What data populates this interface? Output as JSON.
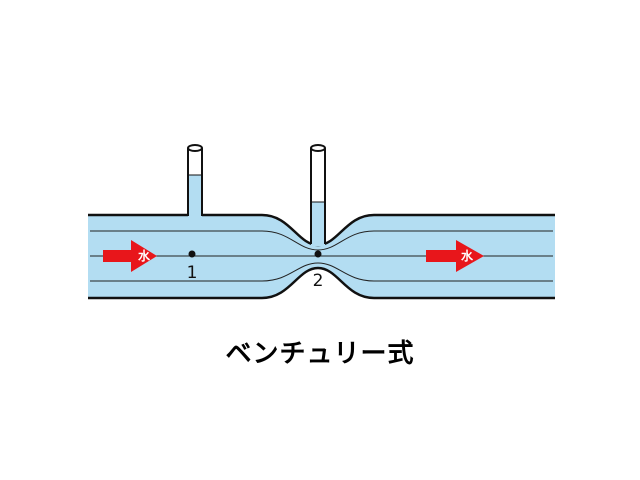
{
  "caption": "ベンチュリー式",
  "points": [
    {
      "label": "1"
    },
    {
      "label": "2"
    }
  ],
  "flow_arrows": [
    {
      "label": "水"
    },
    {
      "label": "水"
    }
  ],
  "colors": {
    "water": "#b3ddf2",
    "outline": "#111111",
    "arrow": "#e8161b"
  }
}
